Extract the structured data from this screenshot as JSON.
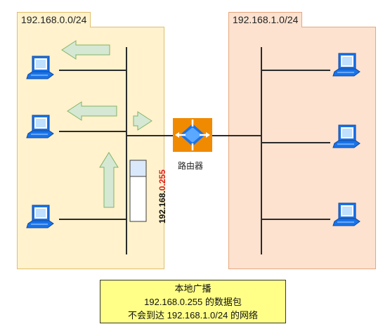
{
  "subnet_a": {
    "label": "192.168.0.0/24"
  },
  "subnet_b": {
    "label": "192.168.1.0/24"
  },
  "router": {
    "label": "路由器"
  },
  "packet": {
    "prefix": "192.168.",
    "host": "0.255"
  },
  "note": {
    "line1": "本地广播",
    "line2": "192.168.0.255 的数据包",
    "line3": "不会到达 192.168.1.0/24 的网络"
  },
  "colors": {
    "subnet_a_fill": "#fff2cc",
    "subnet_b_fill": "#fce2cf",
    "arrow_fill": "#d5e8d4",
    "arrow_stroke": "#82b366",
    "router": "#f08a00",
    "laptop": "#1a73e8",
    "highlight": "#e02020",
    "note_fill": "#ffff88"
  },
  "icons": [
    "laptop-icon",
    "router-icon",
    "arrow-icon"
  ]
}
